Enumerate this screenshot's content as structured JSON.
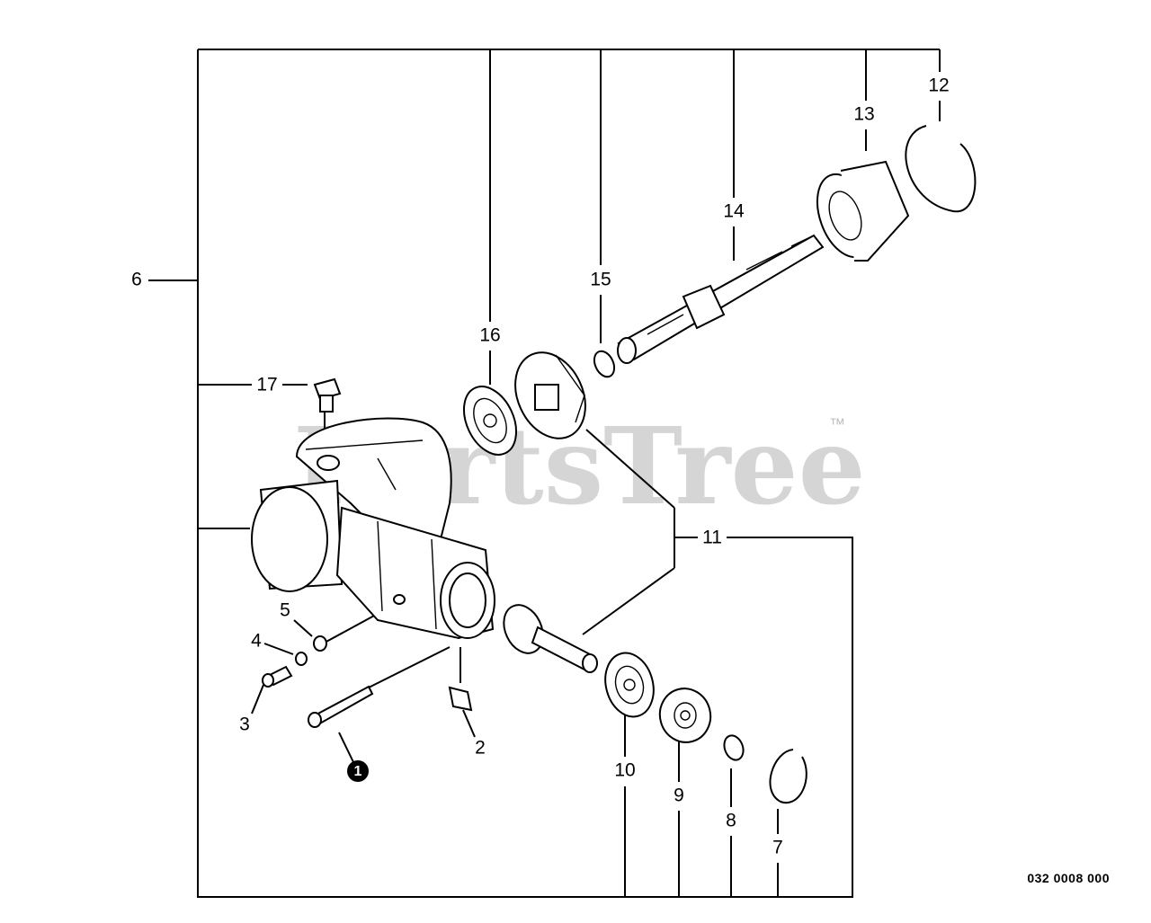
{
  "watermark": {
    "text": "PartsTree",
    "trademark": "™"
  },
  "drawing_number": "032 0008 000",
  "callouts": [
    {
      "id": "1",
      "style": "filled-circle"
    },
    {
      "id": "2"
    },
    {
      "id": "3"
    },
    {
      "id": "4"
    },
    {
      "id": "5"
    },
    {
      "id": "6"
    },
    {
      "id": "7"
    },
    {
      "id": "8"
    },
    {
      "id": "9"
    },
    {
      "id": "10"
    },
    {
      "id": "11"
    },
    {
      "id": "12"
    },
    {
      "id": "13"
    },
    {
      "id": "14"
    },
    {
      "id": "15"
    },
    {
      "id": "16"
    },
    {
      "id": "17"
    }
  ],
  "parts": [
    "gear-case-housing",
    "bolt-long",
    "bolt-short",
    "washer-4",
    "washer-5",
    "plate-2",
    "hex-bolt-17",
    "bearing-16",
    "bevel-gear-large",
    "snap-ring-15",
    "output-shaft-14",
    "bearing-13",
    "circlip-12",
    "pinion-gear-shaft",
    "bearing-10",
    "bearing-9",
    "snap-ring-8",
    "circlip-7"
  ]
}
